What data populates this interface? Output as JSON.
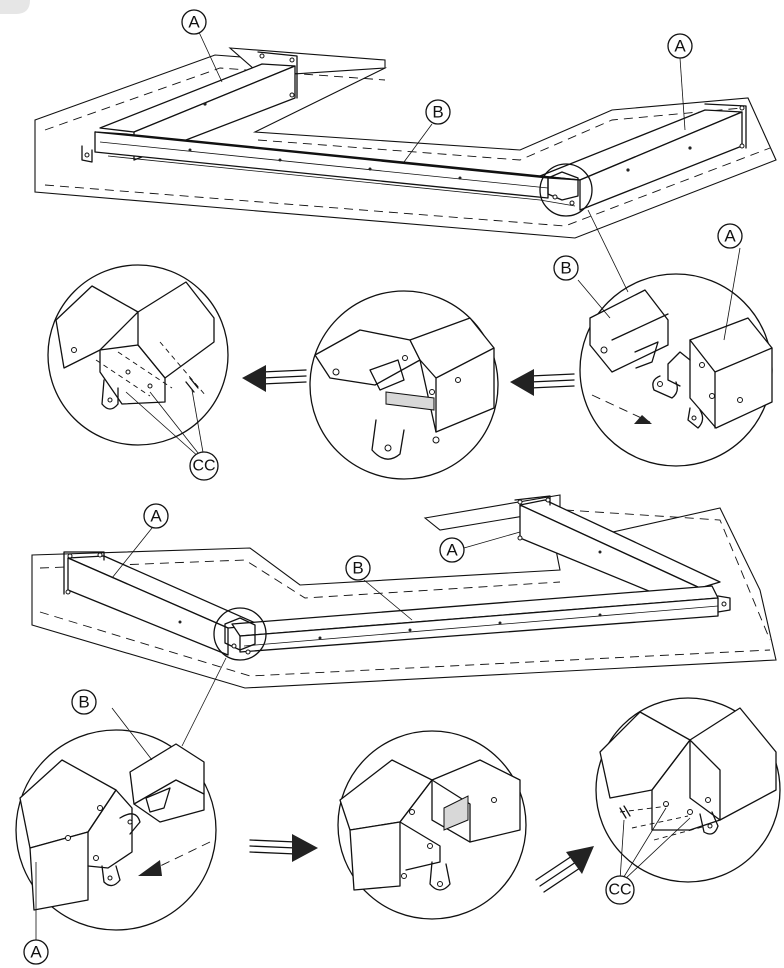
{
  "labels": {
    "part_a": "A",
    "part_b": "B",
    "screws": "CC"
  },
  "colors": {
    "ink": "#111111",
    "paper": "#ffffff",
    "shading": "#d8d8d8"
  }
}
